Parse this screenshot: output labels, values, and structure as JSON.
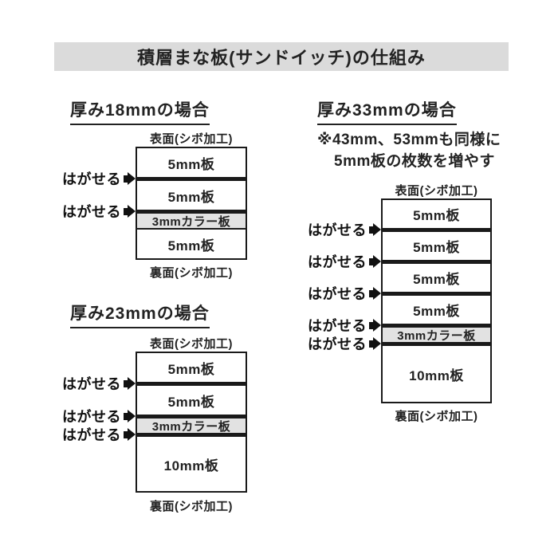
{
  "title": "積層まな板(サンドイッチ)の仕組み",
  "shared": {
    "front_label": "表面(シボ加工)",
    "back_label": "裏面(シボ加工)",
    "peel_label": "はがせる"
  },
  "colors": {
    "title_bar_bg": "#dbdbdb",
    "color_layer_bg": "#e2e2e2",
    "line": "#1a1a1a"
  },
  "sections": [
    {
      "heading": "厚み18mmの場合",
      "layers": [
        "5mm板",
        "5mm板",
        "3mmカラー板",
        "5mm板"
      ],
      "peel_points": 2
    },
    {
      "heading": "厚み23mmの場合",
      "layers": [
        "5mm板",
        "5mm板",
        "3mmカラー板",
        "10mm板"
      ],
      "peel_points": 3
    },
    {
      "heading": "厚み33mmの場合",
      "note_line1": "※43mm、53mmも同様に",
      "note_line2": "5mm板の枚数を増やす",
      "layers": [
        "5mm板",
        "5mm板",
        "5mm板",
        "5mm板",
        "3mmカラー板",
        "10mm板"
      ],
      "peel_points": 5
    }
  ]
}
